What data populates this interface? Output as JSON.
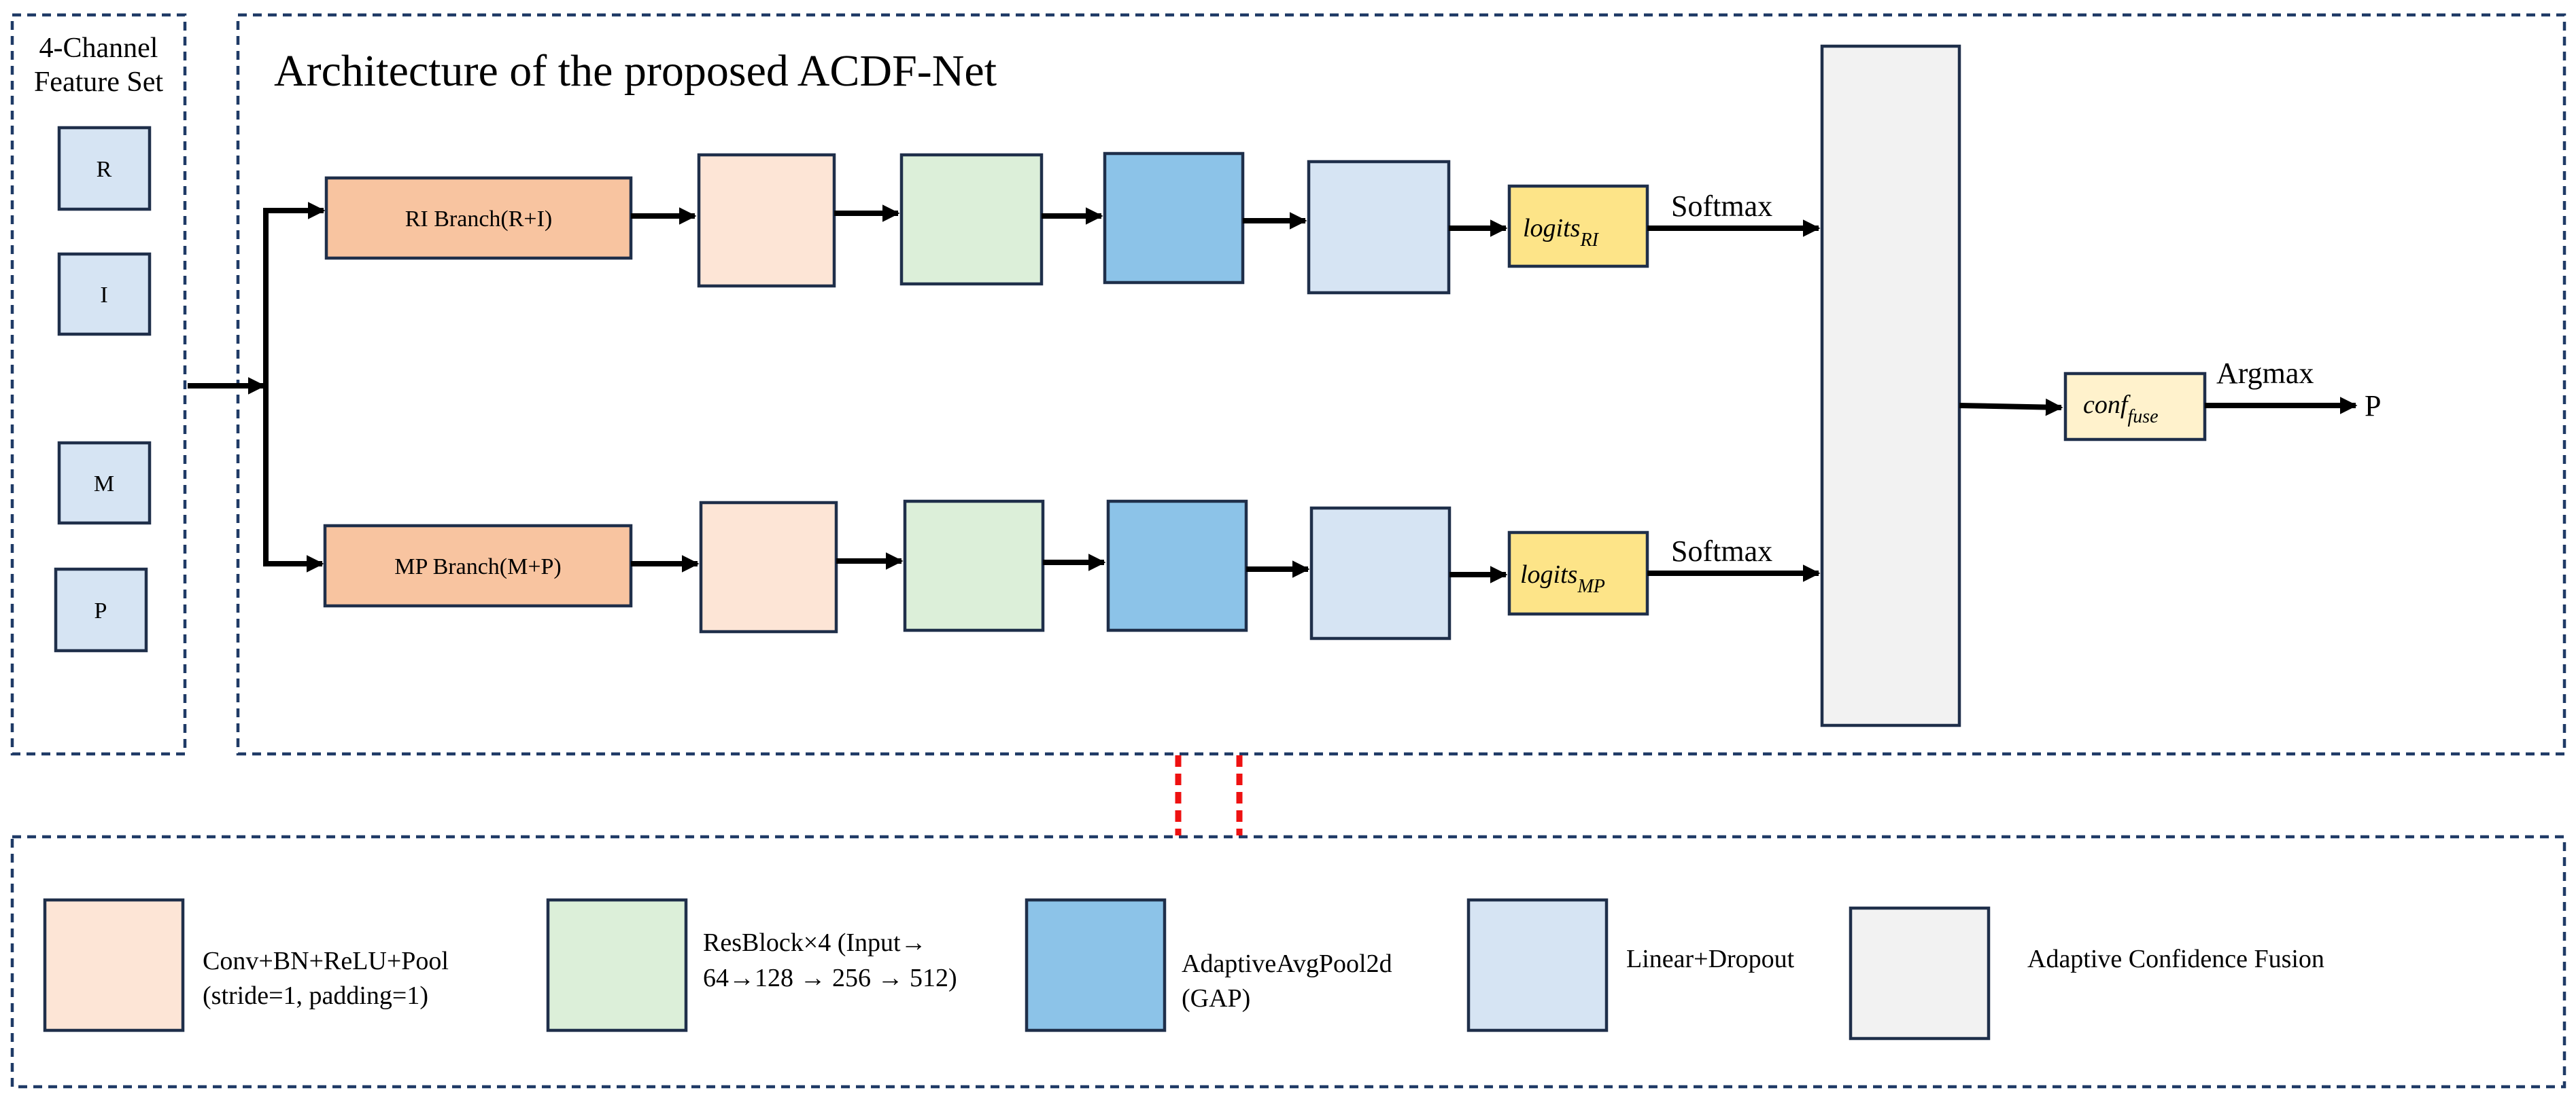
{
  "title": "Architecture of the proposed ACDF-Net",
  "feature_set": {
    "label_line1": "4-Channel",
    "label_line2": "Feature Set",
    "channels": [
      "R",
      "I",
      "M",
      "P"
    ]
  },
  "branches": {
    "ri_label": "RI  Branch(R+I)",
    "mp_label": "MP Branch(M+P)",
    "ri_logits_base": "logits",
    "ri_logits_sub": "RI",
    "mp_logits_base": "logits",
    "mp_logits_sub": "MP",
    "softmax_label": "Softmax"
  },
  "fusion": {
    "conf_base": "conf",
    "conf_sub": "fuse",
    "argmax_label": "Argmax",
    "output_label": "P"
  },
  "legend": {
    "conv_line1": "Conv+BN+ReLU+Pool",
    "conv_line2": "(stride=1, padding=1)",
    "res_line1": "ResBlock×4 (Input→",
    "res_line2": "64→128 → 256 → 512)",
    "pool_line1": "AdaptiveAvgPool2d",
    "pool_line2": "(GAP)",
    "linear_label": "Linear+Dropout",
    "fusion_label": "Adaptive Confidence Fusion"
  },
  "colors": {
    "branch_block": "#f8c4a0",
    "conv_block": "#fde5d6",
    "resblock": "#dcefd9",
    "gap_block": "#8cc3e8",
    "linear_block": "#d6e4f3",
    "logits_block": "#fde488",
    "conf_block": "#fff2cc",
    "fusion_block": "#f2f2f2",
    "channel_block": "#d6e4f3",
    "connector": "#ee1111"
  }
}
